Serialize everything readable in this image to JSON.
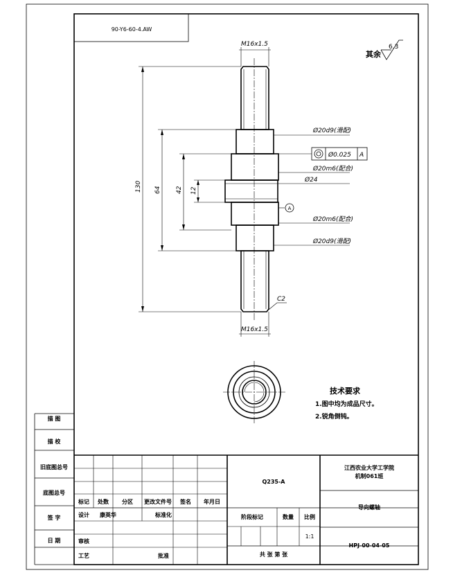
{
  "drawing": {
    "title_box_code": "90-Y6-60-4.AW",
    "surface_finish": {
      "label": "其余",
      "value": "6.3"
    },
    "dimensions": {
      "thread_top": "M16x1.5",
      "thread_bottom": "M16x1.5",
      "overall_length": "130",
      "length_64": "64",
      "length_42": "42",
      "length_12": "12",
      "dia_top_bearing": "Ø20d9(滑配)",
      "dia_upper_fit": "Ø20m6(配合)",
      "dia_collar": "Ø24",
      "dia_lower_fit": "Ø20m6(配合)",
      "dia_bottom_bearing": "Ø20d9(滑配)",
      "chamfer": "C2",
      "runout_tolerance": "Ø0.025",
      "datum": "A"
    },
    "tech_req": {
      "title": "技术要求",
      "items": [
        "1.图中均为成品尺寸。",
        "2.锐角倒钝。"
      ]
    }
  },
  "left_strip": {
    "labels": [
      "描 图",
      "描 校",
      "旧底图总号",
      "底图总号",
      "签 字",
      "日 期"
    ]
  },
  "title_block": {
    "headers": [
      "标记",
      "处数",
      "分区",
      "更改文件号",
      "签名",
      "年月日"
    ],
    "row_design": [
      "设计",
      "康英华",
      "标准化"
    ],
    "row_review": "审核",
    "row_process": "工艺",
    "approve": "批准",
    "material": "Q235-A",
    "stage_mark": "阶段标记",
    "weight": "数量",
    "scale_label": "比例",
    "scale": "1:1",
    "sheets": "共 张 第 张",
    "company": "江西农业大学工学院",
    "company_sub": "机制061班",
    "part_name": "导向螺轴",
    "drawing_no": "HPJ-00-04-05"
  }
}
